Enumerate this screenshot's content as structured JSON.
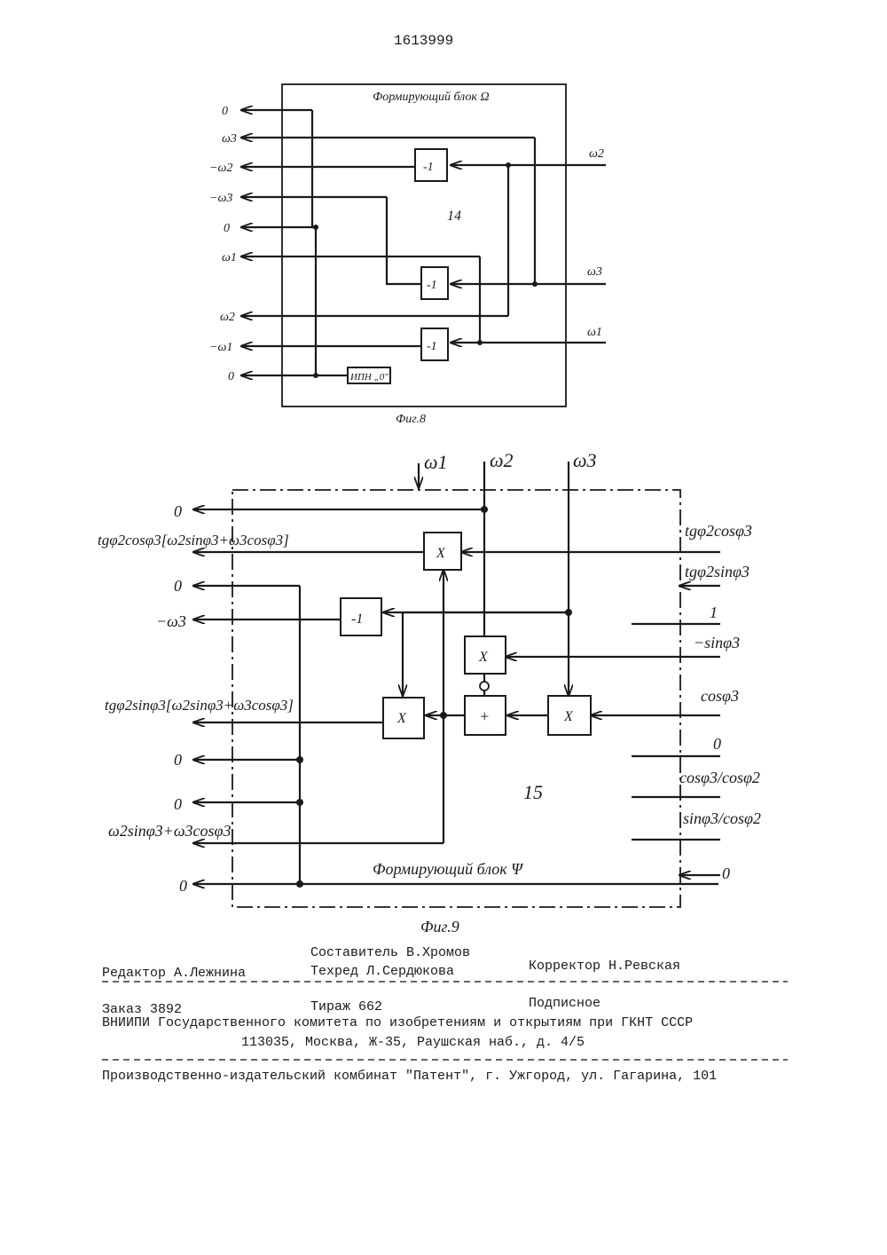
{
  "page_number": "1613999",
  "fig8": {
    "block_title": "Формирующий блок Ω",
    "block_number": "14",
    "caption": "Фиг.8",
    "outputs": [
      "0",
      "ω3",
      "−ω2",
      "−ω3",
      "0",
      "ω1",
      "ω2",
      "−ω1",
      "0"
    ],
    "inputs": [
      "ω2",
      "ω3",
      "ω1"
    ],
    "inverters": [
      "-1",
      "-1",
      "-1"
    ],
    "source_label": "ИПН „0\""
  },
  "fig9": {
    "top_inputs": [
      "ω1",
      "ω2",
      "ω3"
    ],
    "outputs": [
      "0",
      "tgφ2cosφ3[ω2sinφ3+ω3cosφ3]",
      "0",
      "−ω3",
      "tgφ2sinφ3[ω2sinφ3+ω3cosφ3]",
      "0",
      "0",
      "ω2sinφ3+ω3cosφ3",
      "0"
    ],
    "inputs": [
      "tgφ2cosφ3",
      "tgφ2sinφ3",
      "1",
      "−sinφ3",
      "cosφ3",
      "0",
      "cosφ3/cosφ2",
      "sinφ3/cosφ2",
      "0"
    ],
    "inverter": "-1",
    "multipliers": [
      "X",
      "X",
      "X",
      "X"
    ],
    "adder": "+",
    "block_number": "15",
    "block_title": "Формирующий блок Ψ",
    "caption": "Фиг.9"
  },
  "footer": {
    "editor": "Редактор А.Лежнина",
    "compiler": "Составитель В.Хромов",
    "techred": "Техред Л.Сердюкова",
    "corrector": "Корректор Н.Ревская",
    "order": "Заказ 3892",
    "circulation": "Тираж 662",
    "subscription": "Подписное",
    "vniipi": "ВНИИПИ Государственного комитета по изобретениям и открытиям при ГКНТ СССР",
    "address": "113035, Москва, Ж-35, Раушская наб., д. 4/5",
    "publisher": "Производственно-издательский комбинат \"Патент\", г. Ужгород, ул. Гагарина, 101"
  }
}
